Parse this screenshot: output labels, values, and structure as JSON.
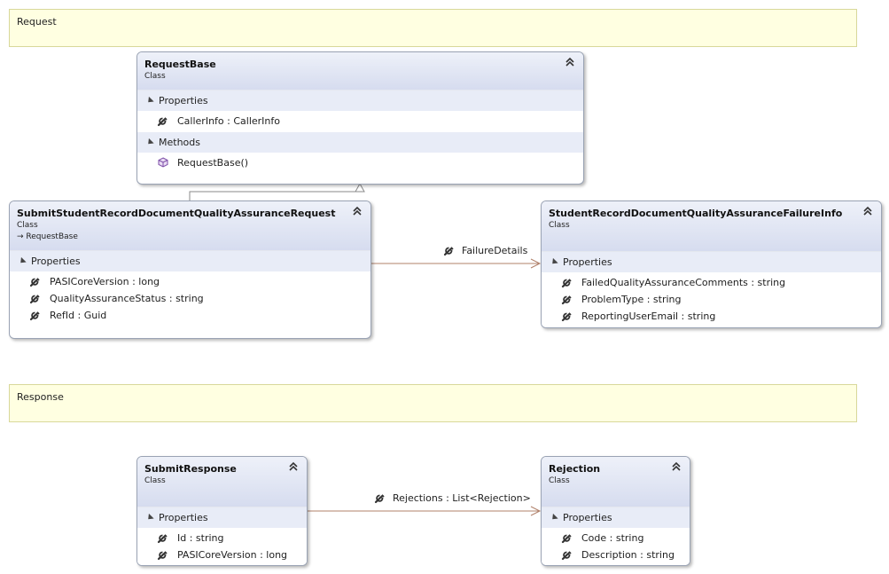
{
  "notes": {
    "request": "Request",
    "response": "Response"
  },
  "section_labels": {
    "properties": "Properties",
    "methods": "Methods"
  },
  "classes": {
    "request_base": {
      "name": "RequestBase",
      "kind": "Class",
      "properties": [
        "CallerInfo : CallerInfo"
      ],
      "methods": [
        "RequestBase()"
      ]
    },
    "submit_request": {
      "name": "SubmitStudentRecordDocumentQualityAssuranceRequest",
      "kind": "Class",
      "base": "→ RequestBase",
      "properties": [
        "PASICoreVersion : long",
        "QualityAssuranceStatus : string",
        "RefId : Guid"
      ]
    },
    "failure_info": {
      "name": "StudentRecordDocumentQualityAssuranceFailureInfo",
      "kind": "Class",
      "properties": [
        "FailedQualityAssuranceComments : string",
        "ProblemType : string",
        "ReportingUserEmail : string"
      ]
    },
    "submit_response": {
      "name": "SubmitResponse",
      "kind": "Class",
      "properties": [
        "Id : string",
        "PASICoreVersion : long"
      ]
    },
    "rejection": {
      "name": "Rejection",
      "kind": "Class",
      "properties": [
        "Code : string",
        "Description : string"
      ]
    }
  },
  "associations": {
    "failure_details": "FailureDetails",
    "rejections": "Rejections : List<Rejection>"
  },
  "colors": {
    "note_bg": "#ffffe1",
    "header_gradient_top": "#eef1f9",
    "header_gradient_bottom": "#d6dcef",
    "association_line": "#b0806a",
    "inheritance_line": "#8a8a8a"
  },
  "icons": {
    "property": "wrench-icon",
    "method": "cube-icon",
    "collapse": "double-chevron-up-icon"
  }
}
